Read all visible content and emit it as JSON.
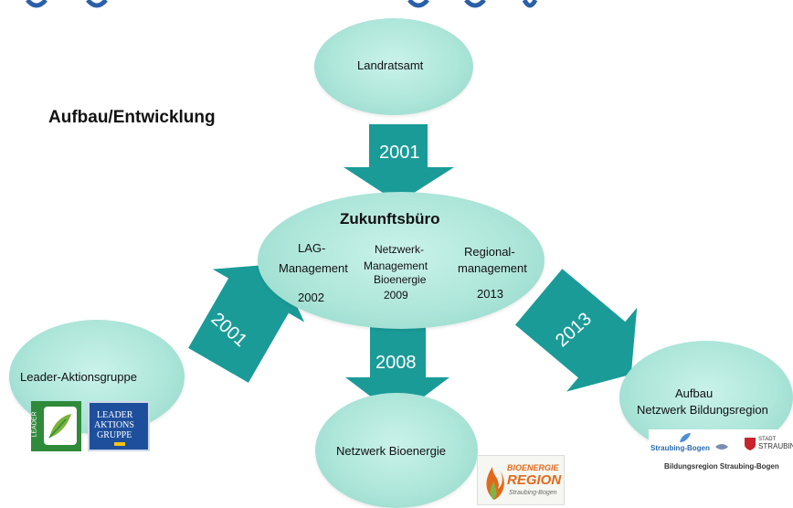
{
  "header_strip": "",
  "heading": "Aufbau/Entwicklung",
  "nodes": {
    "landratsamt": "Landratsamt",
    "zukunft_title": "Zukunftsbüro",
    "lag_line1": "LAG-",
    "lag_line2": "Management",
    "lag_year": "2002",
    "netzwerk_line1": "Netzwerk-",
    "netzwerk_line2": "Management",
    "netzwerk_line3": "Bioenergie",
    "netzwerk_year": "2009",
    "regional_line1": "Regional-",
    "regional_line2": "management",
    "regional_year": "2013",
    "leader": "Leader-Aktionsgruppe",
    "bioenergie": "Netzwerk Bioenergie",
    "bildung_line1": "Aufbau",
    "bildung_line2": "Netzwerk Bildungsregion"
  },
  "arrows": {
    "top": "2001",
    "left": "2001",
    "center": "2008",
    "right": "2013"
  },
  "logos": {
    "leader_side": "LEADER",
    "leader_line1": "LEADER",
    "leader_line2": "AKTIONS",
    "leader_line3": "GRUPPE",
    "bioenergie_line1": "BIOENERGIE",
    "bioenergie_line2": "REGION",
    "bioenergie_line3": "Straubing-Bogen",
    "straubing_left": "Straubing-Bogen",
    "straubing_right1": "STADT",
    "straubing_right2": "STRAUBIN",
    "straubing_caption": "Bildungsregion Straubing-Bogen"
  },
  "colors": {
    "arrow": "#1a9b98",
    "ellipse": "#aee6da",
    "title_strip": "#2b5fa8"
  }
}
